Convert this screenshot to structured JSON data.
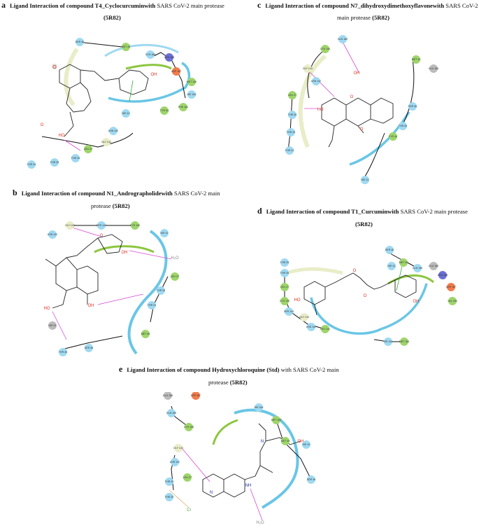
{
  "panels": {
    "a": {
      "label": "a",
      "caption_bold": "Ligand Interaction of compound T4_Cyclocurcuminwith",
      "caption_rest": " SARS CoV-2 main protease",
      "caption2_bold": "(5R82)",
      "caption2_rest": "",
      "residues": [
        "SER 46",
        "MET 49",
        "GLN 189",
        "ARG 188",
        "ASP 187",
        "MET 165",
        "HIE 164",
        "PHE 181",
        "TYR 54",
        "HIE 41",
        "ASN 142",
        "GLY 143",
        "LEU 27",
        "THR 26",
        "THR 25",
        "THR 24"
      ]
    },
    "b": {
      "label": "b",
      "caption_bold": "Ligand Interaction of compound N1_Andrographolidewith",
      "caption_rest": " SARS CoV-2 main",
      "caption2_bold": "(5R82)",
      "caption2_rest": "protease ",
      "residues": [
        "GLY 143",
        "SER 144",
        "CYS 145",
        "HIE 41",
        "ASN 142",
        "LEU 27",
        "THR 26",
        "THR 24",
        "HIE 41",
        "SER 46",
        "MET 49",
        "THR 45"
      ]
    },
    "c": {
      "label": "c",
      "caption_bold": "Ligand Interaction of compound N7_dihydroxydimethoxyflavonewith",
      "caption_rest": " SARS CoV-2",
      "caption2_bold": "(5R82)",
      "caption2_rest": "main protease ",
      "residues": [
        "CYS 145",
        "GLY 143",
        "ASN 142",
        "LEU 27",
        "THR 26",
        "THR 25",
        "THR 24",
        "GLN 189",
        "MET 49",
        "GLU 166",
        "SER 46",
        "THR 45",
        "CYS 44",
        "HIE 41"
      ]
    },
    "d": {
      "label": "d",
      "caption_bold": "Ligand Interaction of compound T1_Curcuminwith",
      "caption_rest": " SARS CoV-2 main protease",
      "caption2_bold": "(5R82)",
      "caption2_rest": "",
      "residues": [
        "SER 46",
        "MET 49",
        "GLN 189",
        "GLU 166",
        "HIE 41",
        "THR 25",
        "THR 26",
        "LEU 27",
        "CYS 145",
        "SER 144",
        "GLY 143",
        "ASN 142",
        "LEU 141",
        "ARG 188",
        "ASP 187",
        "HIE 164",
        "MET 165",
        "VAL 186"
      ]
    },
    "e": {
      "label": "e",
      "caption_bold": "Ligand Interaction of compound Hydroxychloroquine (Std)",
      "caption_rest": " with SARS CoV-2 main",
      "caption2_bold": "(5R82)",
      "caption2_rest": "protease ",
      "residues": [
        "GLU 166",
        "ASP 187",
        "HIE 164",
        "GLN 189",
        "MET 165",
        "CYS 145",
        "MET 49",
        "HIE 41",
        "GLY 143",
        "ASN 142",
        "LEU 27",
        "THR 26",
        "THR 25",
        "SER 46"
      ]
    }
  },
  "atoms": {
    "OH": "OH",
    "HO": "HO",
    "O": "O",
    "N": "N",
    "NH": "NH",
    "Cl": "Cl",
    "H2O": "H₂O"
  },
  "colors": {
    "hydrophobic": "#9ed56b",
    "polar": "#9fd9f2",
    "negative": "#f17c4b",
    "positive": "#6d6fd6",
    "glycine": "#e9edc8",
    "water": "#bbbbbb",
    "hbond": "#d64ad6",
    "pipi": "#2eae3a",
    "pocket_blue": "#6ac6e6",
    "pocket_green": "#8cc63f"
  }
}
